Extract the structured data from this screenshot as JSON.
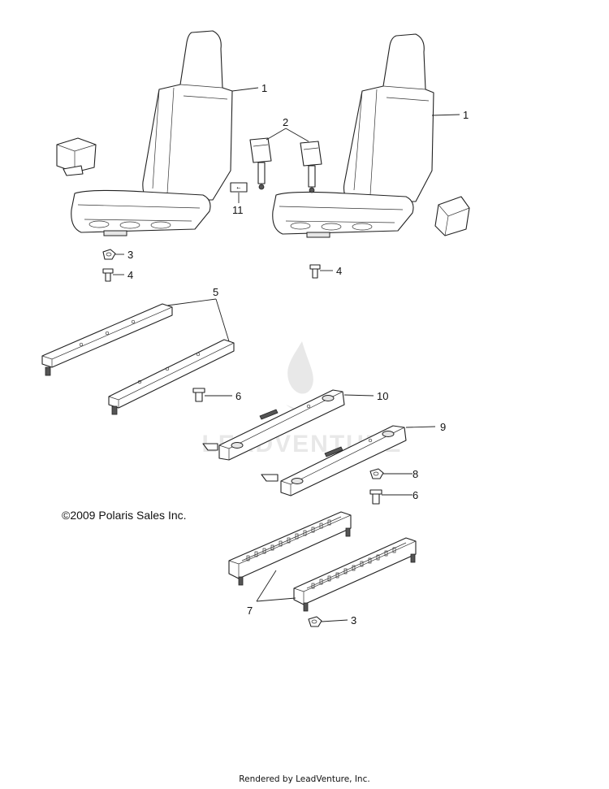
{
  "callouts": [
    "1",
    "1",
    "2",
    "3",
    "4",
    "4",
    "5",
    "6",
    "6",
    "7",
    "3",
    "8",
    "9",
    "10",
    "11"
  ],
  "copyright": "©2009 Polaris Sales Inc.",
  "watermark": "LEADVENTURE",
  "footer": "Rendered by LeadVenture, Inc."
}
